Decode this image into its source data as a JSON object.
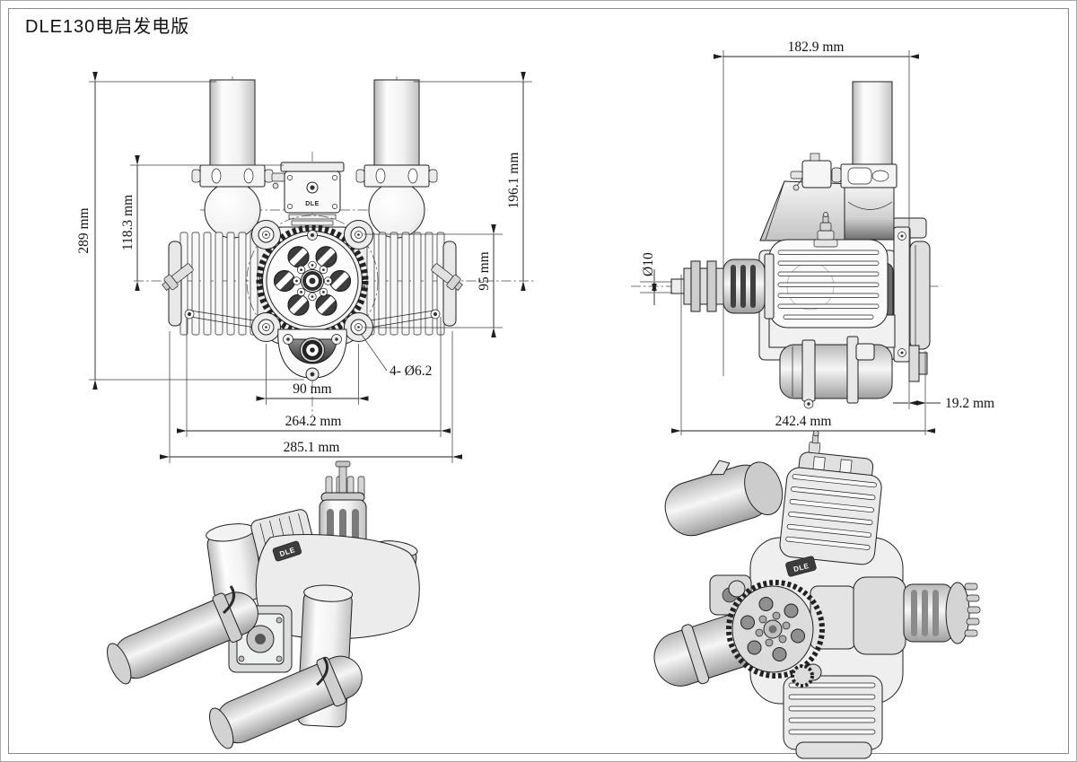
{
  "title": "DLE130电启发电版",
  "brand": "DLE",
  "front_view": {
    "overall_height": "289 mm",
    "clamp_to_center": "118.3 mm",
    "top_to_center": "196.1 mm",
    "mount_spacing_vertical": "95 mm",
    "mount_spacing_horizontal": "90 mm",
    "width_over_lugs": "264.2 mm",
    "overall_width": "285.1 mm",
    "mount_holes_note": "4- Ø6.2"
  },
  "side_view": {
    "depth": "182.9 mm",
    "shaft_diameter": "Ø10",
    "rear_offset": "19.2 mm",
    "overall_length": "242.4 mm"
  }
}
